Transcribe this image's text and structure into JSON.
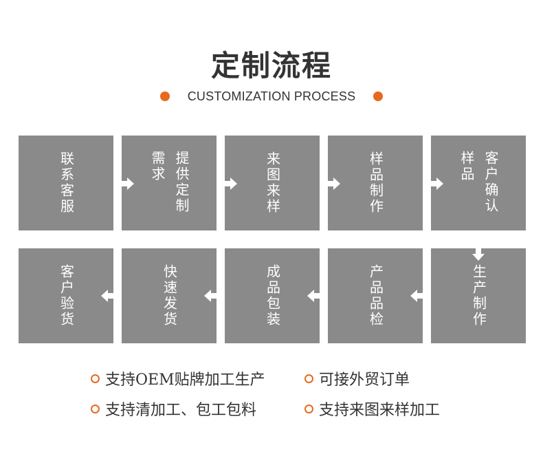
{
  "title": "定制流程",
  "subtitle": "CUSTOMIZATION PROCESS",
  "colors": {
    "accent": "#e8691c",
    "box": "#8a8a8a",
    "text": "#333333",
    "box_text": "#ffffff"
  },
  "steps_row1": [
    {
      "lines": [
        "联系客服"
      ]
    },
    {
      "lines": [
        "提供定制",
        "需求"
      ]
    },
    {
      "lines": [
        "来图来样"
      ]
    },
    {
      "lines": [
        "样品制作"
      ]
    },
    {
      "lines": [
        "客户确认",
        "样品"
      ]
    }
  ],
  "steps_row2": [
    {
      "lines": [
        "客户验货"
      ]
    },
    {
      "lines": [
        "快速发货"
      ]
    },
    {
      "lines": [
        "成品包装"
      ]
    },
    {
      "lines": [
        "产品品检"
      ]
    },
    {
      "lines": [
        "生产制作"
      ]
    }
  ],
  "features": [
    "支持OEM贴牌加工生产",
    "可接外贸订单",
    "支持清加工、包工包料",
    "支持来图来样加工"
  ]
}
